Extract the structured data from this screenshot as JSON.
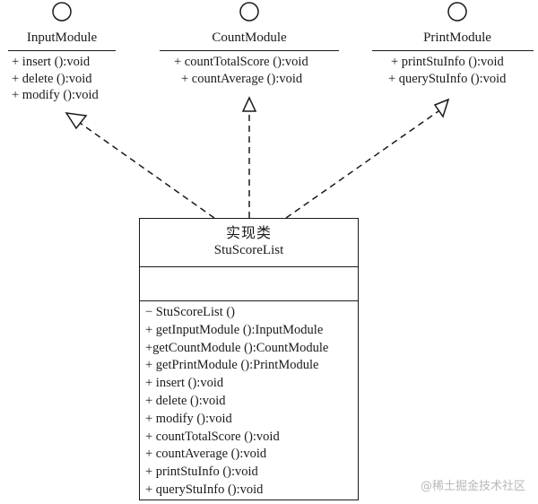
{
  "interfaces": [
    {
      "name": "InputModule",
      "ops": [
        "+ insert ():void",
        "+ delete ():void",
        "+ modify ():void"
      ]
    },
    {
      "name": "CountModule",
      "ops": [
        "+ countTotalScore ():void",
        "+ countAverage ():void"
      ]
    },
    {
      "name": "PrintModule",
      "ops": [
        "+ printStuInfo ():void",
        "+ queryStuInfo ():void"
      ]
    }
  ],
  "impl_class": {
    "stereotype": "实现类",
    "name": "StuScoreList",
    "ops": [
      "− StuScoreList ()",
      "+ getInputModule ():InputModule",
      "+getCountModule ():CountModule",
      "+ getPrintModule ():PrintModule",
      "+ insert ():void",
      "+ delete ():void",
      "+ modify ():void",
      "+ countTotalScore ():void",
      "+ countAverage ():void",
      "+ printStuInfo ():void",
      "+ queryStuInfo ():void"
    ]
  },
  "watermark": "@稀土掘金技术社区"
}
